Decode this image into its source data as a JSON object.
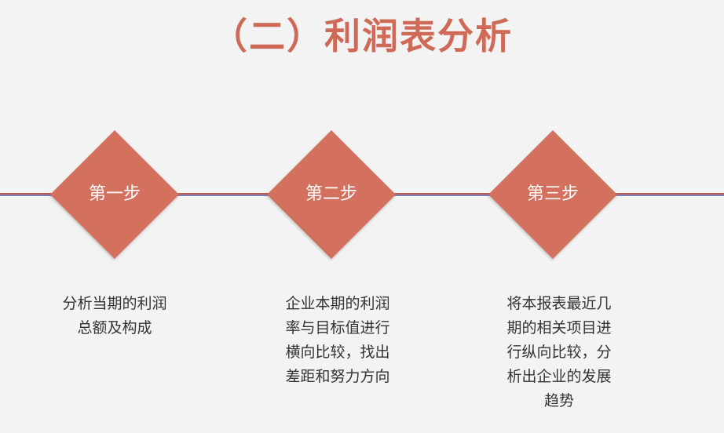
{
  "title": "（二）利润表分析",
  "colors": {
    "accent": "#d4705e",
    "title": "#d06a58",
    "line_red": "#c05a55",
    "line_blue": "#7c7fb8",
    "text": "#333333",
    "background": "#f3f3f3"
  },
  "steps": [
    {
      "label": "第一步",
      "lines": [
        "分析当期的利润",
        "总额及构成"
      ]
    },
    {
      "label": "第二步",
      "lines": [
        "企业本期的利润",
        "率与目标值进行",
        "横向比较，找出",
        "差距和努力方向"
      ]
    },
    {
      "label": "第三步",
      "lines": [
        "将本报表最近几",
        "期的相关项目进",
        "行纵向比较，分",
        "析出企业的发展",
        "趋势"
      ]
    }
  ]
}
